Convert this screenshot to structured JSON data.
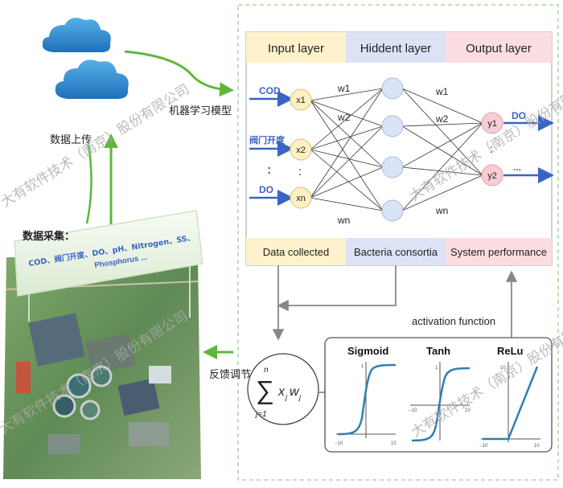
{
  "left": {
    "upload_label": "数据上传",
    "ml_model_label": "机器学习模型",
    "collection_title": "数据采集：",
    "collection_items": "COD、阀门开度、DO、pH、Nitrogen、SS、",
    "collection_items_2": "Phosphorus ...",
    "feedback_label": "反馈调节"
  },
  "network": {
    "headers": {
      "input": "Input layer",
      "hidden": "Hiddent layer",
      "output": "Output layer"
    },
    "footers": {
      "input": "Data collected",
      "hidden": "Bacteria consortia",
      "output": "System performance"
    },
    "inputs": {
      "cod": "COD",
      "valve": "阀门开度",
      "dots": ":",
      "do": "DO"
    },
    "input_nodes": [
      "x1",
      "x2",
      "xn"
    ],
    "output_nodes": [
      "y1",
      "y2"
    ],
    "weights_left": [
      "w1",
      "w2",
      "wn"
    ],
    "weights_right": [
      "w1",
      "w2",
      "wn"
    ],
    "output_label": "DO",
    "output_dots": "..."
  },
  "activation": {
    "label": "activation function",
    "sum_top": "n",
    "sum_sym": "∑",
    "sum_bottom": "j=1",
    "sum_term": "x",
    "sum_sub": "j",
    "sum_w": "w",
    "sum_wsub": "j",
    "functions": [
      {
        "name": "Sigmoid",
        "xmin": "−10",
        "xmax": "10",
        "ytop": "1"
      },
      {
        "name": "Tanh",
        "xmin": "−10",
        "xmax": "10",
        "ytop": "1"
      },
      {
        "name": "ReLu",
        "xmin": "−10",
        "xmax": "10",
        "ytop": "10"
      }
    ]
  },
  "watermarks": [
    "大有软件技术（南京）股份有限公司",
    "大有软件技术（南京）股份有限公司",
    "大有软件技术（南京）股份有限公司",
    "大有软件技术（南京）股份有限公司"
  ],
  "colors": {
    "header_input": "#fdf2cc",
    "header_hidden": "#dbe3f4",
    "header_output": "#fbdde2",
    "input_node": "#fdf0c2",
    "hidden_node": "#d9e3f6",
    "output_node": "#f8cdd4",
    "arrow_blue": "#3b64c4",
    "arrow_green": "#5db73b",
    "curve": "#2f7fb0"
  }
}
